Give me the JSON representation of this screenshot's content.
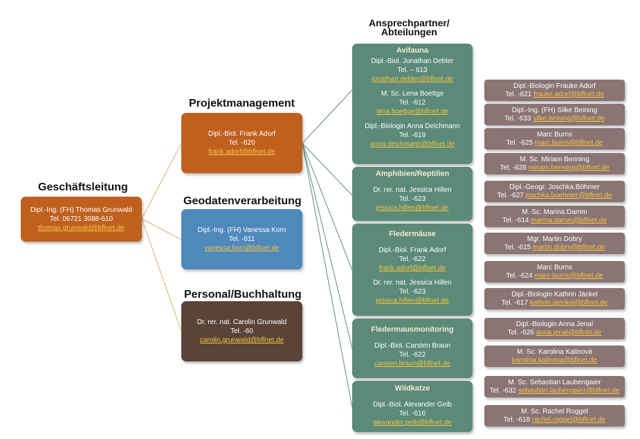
{
  "headings": {
    "gl": "Geschäftsleitung",
    "pm": "Projektmanagement",
    "geo": "Geodatenverarbeitung",
    "pb": "Personal/Buchhaltung",
    "ap1": "Ansprechpartner/",
    "ap2": "Abteilungen"
  },
  "leadership": [
    {
      "name": "Dipl.-Ing. (FH)  Thomas Grunwald",
      "tel": "Tel. 06721 3088-610",
      "email": "thomas.grunwald@bflnet.de"
    }
  ],
  "management": [
    {
      "name": "Dipl.-Biol. Frank Adorf",
      "tel": "Tel. -620",
      "email": "frank.adorf@bflnet.de"
    },
    {
      "name": "Dipl.-Ing. (FH) Vanessa Korn",
      "tel": "Tel. -611",
      "email": "vanessa.korn@bflnet.de"
    },
    {
      "name": "Dr. rer. nat. Carolin Grunwald",
      "tel": "Tel. -60",
      "email": "carolin.grunwald@bflnet.de"
    }
  ],
  "departments": [
    {
      "title": "Avifauna",
      "people": [
        {
          "name": "Dipl.-Biol. Jonathan Debler",
          "tel": "Tel. – 613",
          "email": "jonathan.debler@bflnet.de"
        },
        {
          "name": "M. Sc. Lena Boettge",
          "tel": "Tel. -612",
          "email": "lena.boettge@bflnet.de"
        },
        {
          "name": "Dipl.-Biologin Anna Deichmann",
          "tel": "Tel. -619",
          "email": "anna.deichmann@bflnet.de"
        }
      ]
    },
    {
      "title": "Amphibien/Reptilien",
      "people": [
        {
          "name": "Dr. rer. nat. Jessica Hillen",
          "tel": "Tel. -623",
          "email": "jessica.hillen@bflnet.de"
        }
      ]
    },
    {
      "title": "Fledermäuse",
      "people": [
        {
          "name": "Dipl.-Biol. Frank Adorf",
          "tel": "Tel. -622",
          "email": "frank.adorf@bflnet.de"
        },
        {
          "name": "Dr. rer. nat. Jessica Hillen",
          "tel": "Tel. -623",
          "email": "jessica.hillen@bflnet.de"
        }
      ]
    },
    {
      "title": "Fledermausmonitoring",
      "people": [
        {
          "name": "Dipl.-Biol. Carsten Braun",
          "tel": "Tel. -622",
          "email": "carsten.braun@bflnet.de"
        }
      ]
    },
    {
      "title": "Wildkatze",
      "people": [
        {
          "name": "Dipl.-Biol. Alexander Geib",
          "tel": "Tel. -616",
          "email": "alexander.geib@bflnet.de"
        }
      ]
    }
  ],
  "staff": [
    {
      "name": "Dipl.-Biologin Frauke Adorf",
      "tel": "Tel. -621",
      "email": "frauke.adorf@bflnet.de"
    },
    {
      "name": "Dipl.-Ing. (FH) Silke Beining",
      "tel": "Tel. -633",
      "email": "silke.beining@bflnet.de"
    },
    {
      "name": "Marc Burns",
      "tel": "Tel. -625",
      "email": "marc.burns@bflnet.de"
    },
    {
      "name": "M. Sc. Miriam Benning",
      "tel": "Tel. -628",
      "email": "miriam.benning@bflnet.de"
    },
    {
      "name": "Dipl.-Geogr. Joschka Böhmer",
      "tel": "Tel. -627",
      "email": "joschka.boehmer@bflnet.de"
    },
    {
      "name": "M. Sc.  Marina Damm",
      "tel": "Tel. -614",
      "email": "marina.damm@bflnet.de"
    },
    {
      "name": "Mgr. Martin Dobry",
      "tel": "Tel. -615",
      "email": "martin.dobry@bflnet.de"
    },
    {
      "name": "Marc Burns",
      "tel": "Tel. -624",
      "email": "marc-burns@bflnet.de"
    },
    {
      "name": "Dipl.-Biologin Kathrin Jäckel",
      "tel": "Tel. -617",
      "email": "kathrin.jaeckel@bflnet.de"
    },
    {
      "name": "Dipl.-Biologin Anna Jenal",
      "tel": "Tel. -626",
      "email": "anna.jenal@bflnet.de"
    },
    {
      "name": "M. Sc. Karolina Kalinová",
      "tel": "",
      "email": "karolina.kalinova@bflnet.de"
    },
    {
      "name": "M. Sc. Sebastian Laubengaier",
      "tel": "Tel. -632",
      "email": "sebastian.laubengaier@bflnet.de"
    },
    {
      "name": "M. Sc. Rachel Roggel",
      "tel": "Tel. -618",
      "email": "rachel.roggel@bflnet.de"
    }
  ]
}
